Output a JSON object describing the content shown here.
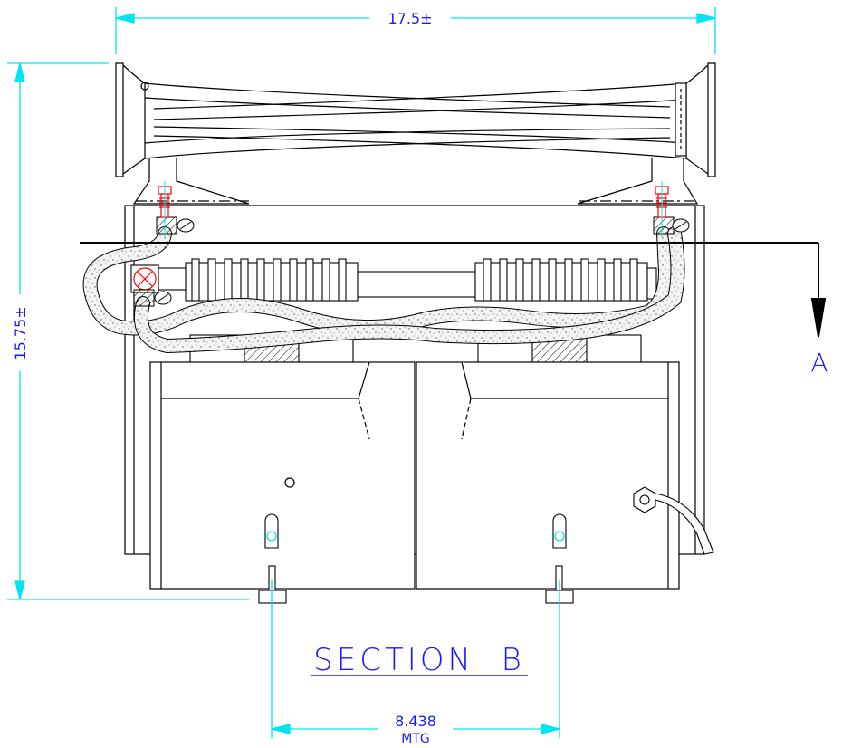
{
  "dimensions": {
    "overall_width": "17.5±",
    "overall_height": "15.75±",
    "mounting": "8.438",
    "mounting_note": "MTG"
  },
  "section_marker": "A",
  "section_title": "SECTION  B",
  "colors": {
    "outline": "#000000",
    "dimension": "#00e5ee",
    "dimension_text": "#1a1aff",
    "fastener": "#ff0000",
    "hose_fill": "#e6e6e6"
  }
}
